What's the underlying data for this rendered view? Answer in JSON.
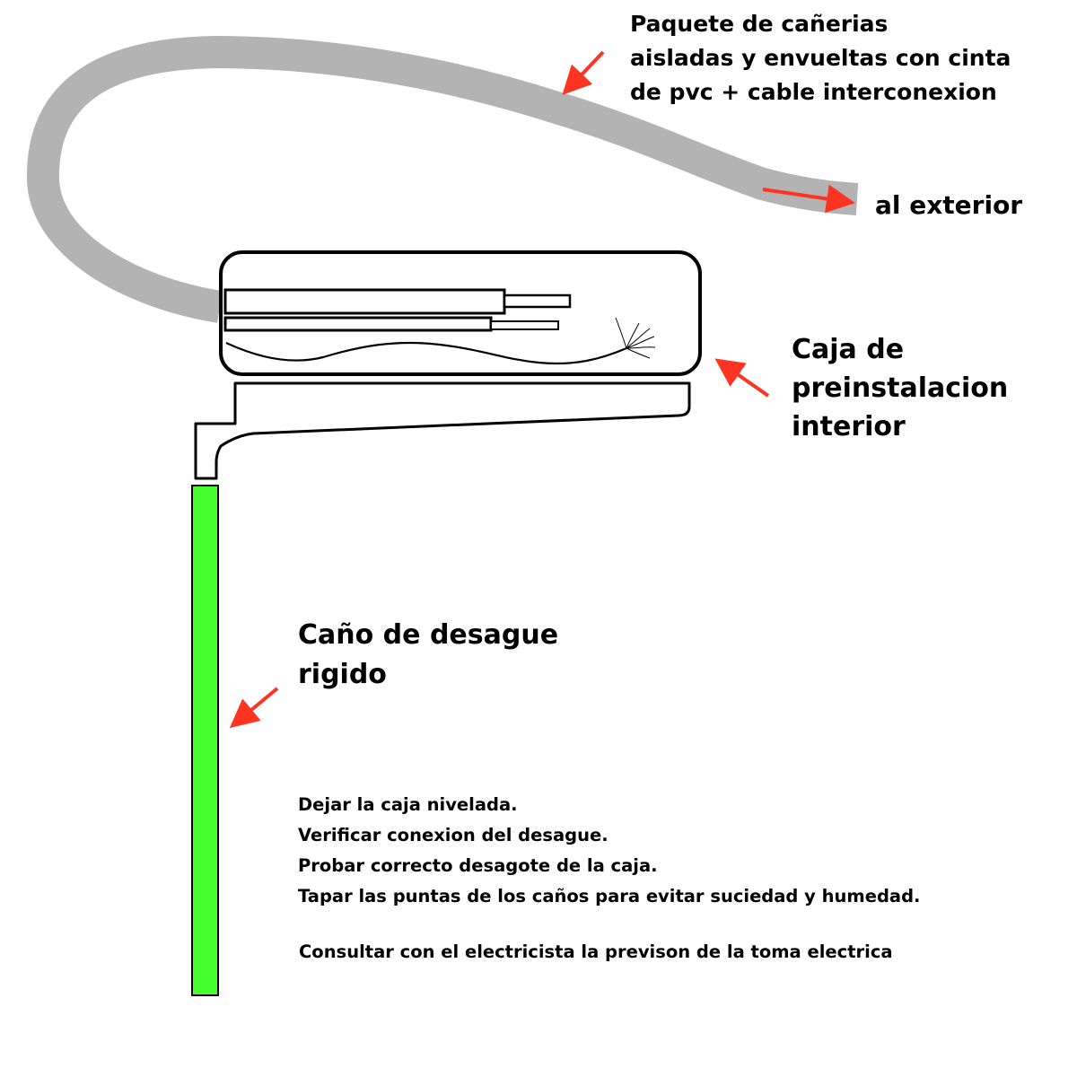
{
  "colors": {
    "pipe_bundle": "#b3b3b3",
    "drain_pipe": "#44ff2c",
    "arrow": "#ff3322",
    "outline": "#000000"
  },
  "labels": {
    "pipe_bundle": {
      "line1": "Paquete de cañerias",
      "line2": "aisladas y envueltas con cinta",
      "line3": "de pvc + cable interconexion"
    },
    "exterior": "al exterior",
    "install_box": {
      "line1": "Caja de",
      "line2": "preinstalacion",
      "line3": "interior"
    },
    "drain_pipe": {
      "line1": "Caño de desague",
      "line2": "rigido"
    }
  },
  "notes": {
    "line1": "Dejar la caja nivelada.",
    "line2": "Verificar conexion  del desague.",
    "line3": "Probar correcto desagote de la caja.",
    "line4": "Tapar las puntas de los caños para evitar suciedad y humedad.",
    "line5": "Consultar con el electricista la previson de la toma electrica"
  }
}
